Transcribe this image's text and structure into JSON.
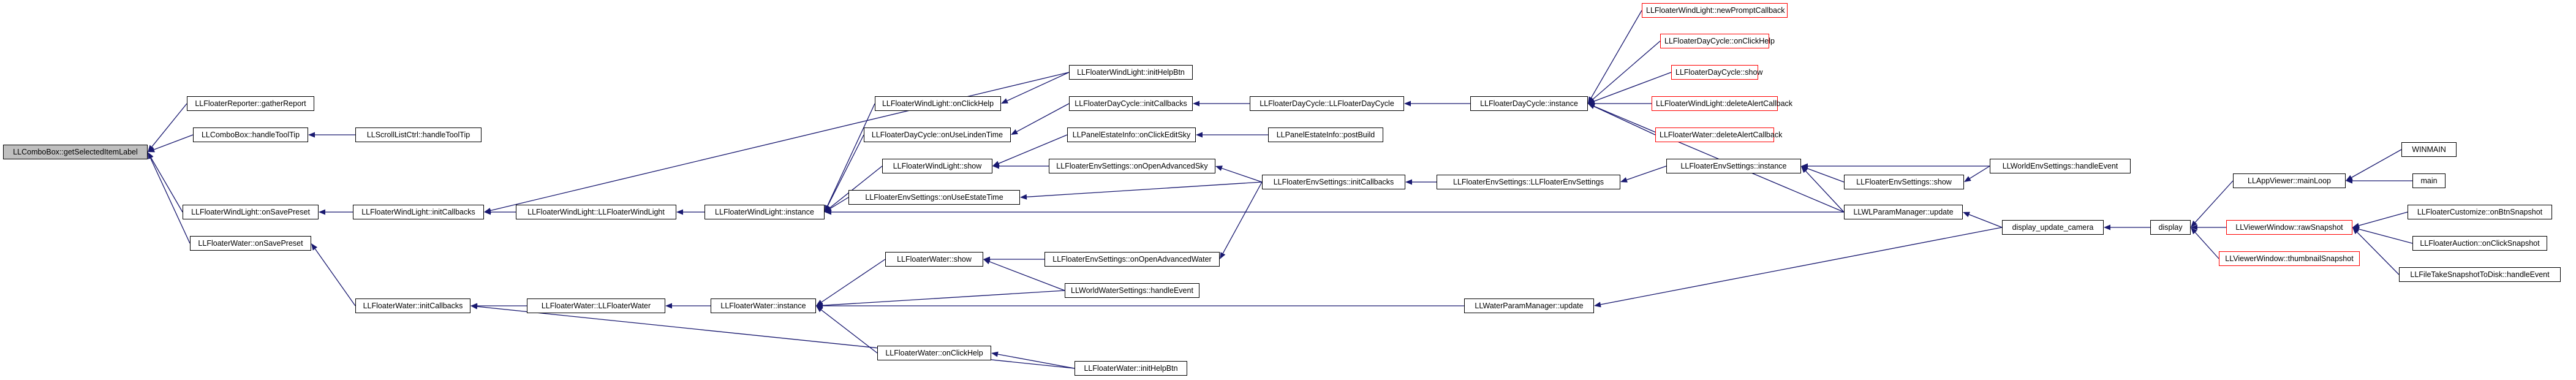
{
  "colors": {
    "edge": "#191970",
    "root_fill": "#bfbfbf",
    "truncated_border": "#ff0000",
    "node_border": "#000000"
  },
  "nodes": {
    "root": "LLComboBox::getSelectedItemLabel",
    "fr_gather": "LLFloaterReporter::gatherReport",
    "cb_tooltip": "LLComboBox::handleToolTip",
    "sl_tooltip": "LLScrollListCtrl::handleToolTip",
    "fwl_onsave": "LLFloaterWindLight::onSavePreset",
    "fw_onsave": "LLFloaterWater::onSavePreset",
    "fwl_initcb": "LLFloaterWindLight::initCallbacks",
    "fwl_ctor": "LLFloaterWindLight::LLFloaterWindLight",
    "fwl_instance": "LLFloaterWindLight::instance",
    "fwl_inithelp": "LLFloaterWindLight::initHelpBtn",
    "fwl_onclickhelp": "LLFloaterWindLight::onClickHelp",
    "fdc_onuselinden": "LLFloaterDayCycle::onUseLindenTime",
    "fwl_show": "LLFloaterWindLight::show",
    "fes_onuseestate": "LLFloaterEnvSettings::onUseEstateTime",
    "fdc_initcb": "LLFloaterDayCycle::initCallbacks",
    "pei_onclickedit": "LLPanelEstateInfo::onClickEditSky",
    "fes_onopensky": "LLFloaterEnvSettings::onOpenAdvancedSky",
    "fes_initcb": "LLFloaterEnvSettings::initCallbacks",
    "fdc_ctor": "LLFloaterDayCycle::LLFloaterDayCycle",
    "pei_postbuild": "LLPanelEstateInfo::postBuild",
    "fes_ctor": "LLFloaterEnvSettings::LLFloaterEnvSettings",
    "fdc_instance": "LLFloaterDayCycle::instance",
    "fwl_newprompt": "LLFloaterWindLight::newPromptCallback",
    "fdc_onclickhelp": "LLFloaterDayCycle::onClickHelp",
    "fdc_show": "LLFloaterDayCycle::show",
    "fwl_delalert": "LLFloaterWindLight::deleteAlertCallback",
    "fw_delalert": "LLFloaterWater::deleteAlertCallback",
    "fes_instance": "LLFloaterEnvSettings::instance",
    "fes_show": "LLFloaterEnvSettings::show",
    "wes_handle": "LLWorldEnvSettings::handleEvent",
    "wlpm_update": "LLWLParamManager::update",
    "fw_initcb": "LLFloaterWater::initCallbacks",
    "fw_ctor": "LLFloaterWater::LLFloaterWater",
    "fw_instance": "LLFloaterWater::instance",
    "fw_show": "LLFloaterWater::show",
    "fes_onopenwater": "LLFloaterEnvSettings::onOpenAdvancedWater",
    "wws_handle": "LLWorldWaterSettings::handleEvent",
    "fw_onclickhelp": "LLFloaterWater::onClickHelp",
    "fw_inithelp": "LLFloaterWater::initHelpBtn",
    "wpm_update": "LLWaterParamManager::update",
    "display_update_camera": "display_update_camera",
    "display": "display",
    "appviewer_mainloop": "LLAppViewer::mainLoop",
    "winmain": "WINMAIN",
    "main": "main",
    "vw_rawsnapshot": "LLViewerWindow::rawSnapshot",
    "vw_thumbnail": "LLViewerWindow::thumbnailSnapshot",
    "fc_onbtnsnapshot": "LLFloaterCustomize::onBtnSnapshot",
    "fa_onclicksnapshot": "LLFloaterAuction::onClickSnapshot",
    "ftstd_handle": "LLFileTakeSnapshotToDisk::handleEvent"
  }
}
